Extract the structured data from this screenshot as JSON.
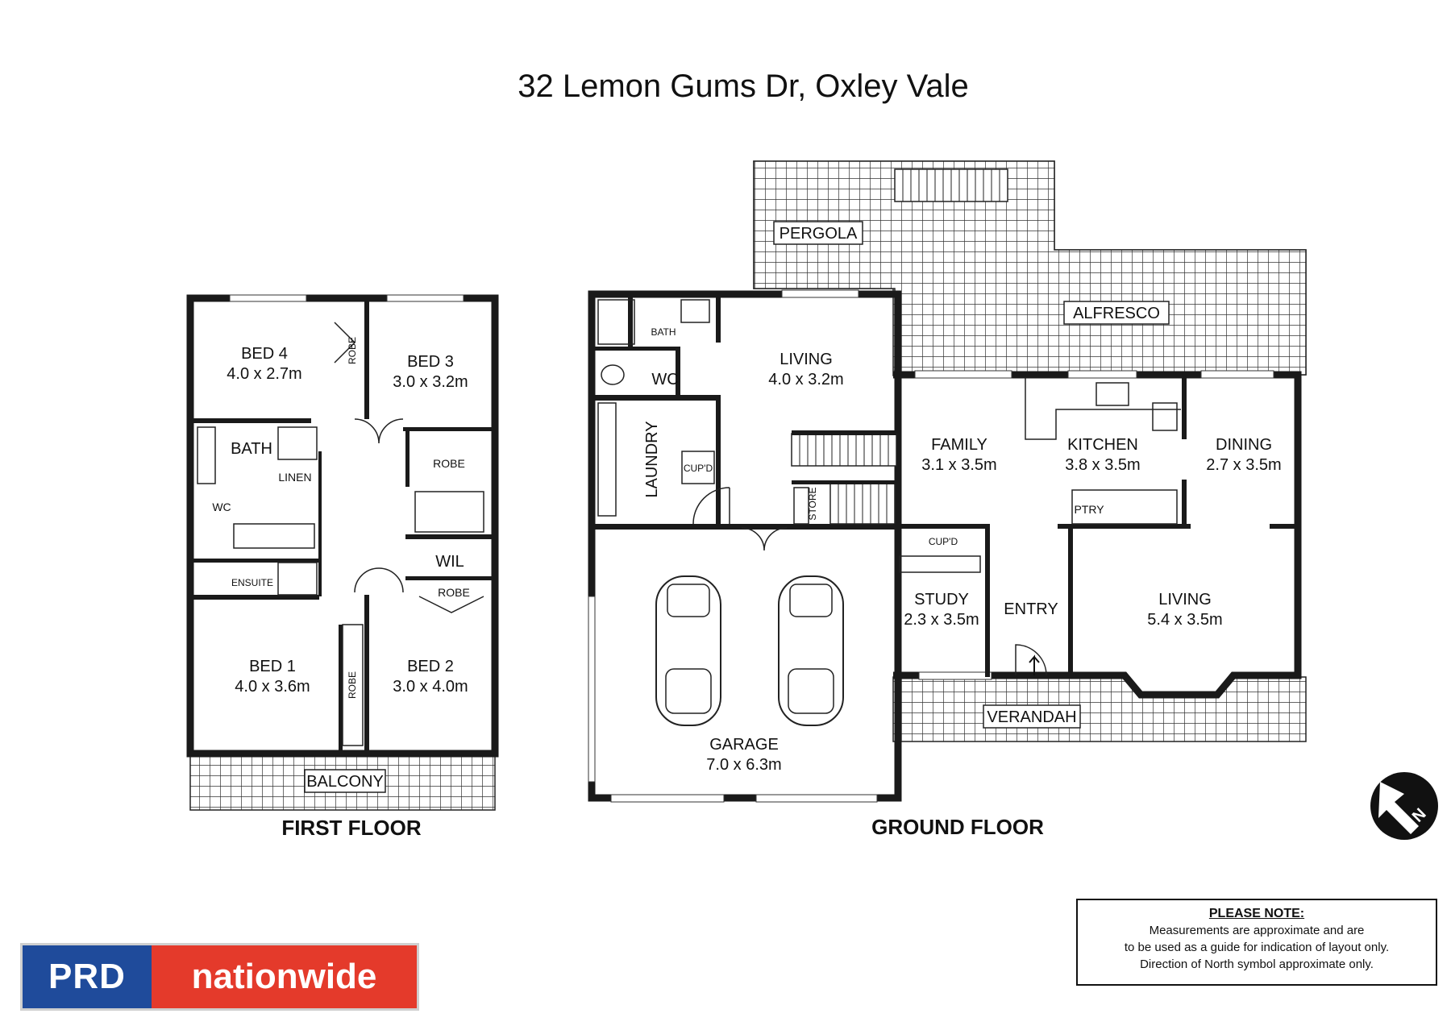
{
  "title": "32 Lemon Gums Dr, Oxley Vale",
  "floors": {
    "first": "FIRST FLOOR",
    "ground": "GROUND FLOOR"
  },
  "first_floor_rooms": {
    "bed4": {
      "name": "BED 4",
      "size": "4.0 x 2.7m"
    },
    "bed3": {
      "name": "BED 3",
      "size": "3.0 x 3.2m"
    },
    "bed1": {
      "name": "BED 1",
      "size": "4.0 x 3.6m"
    },
    "bed2": {
      "name": "BED 2",
      "size": "3.0 x 4.0m"
    },
    "bath": "BATH",
    "linen": "LINEN",
    "wc": "WC",
    "ensuite": "ENSUITE",
    "robe_a": "ROBE",
    "robe_b": "ROBE",
    "robe_c": "ROBE",
    "robe_d": "ROBE",
    "wil": "WIL",
    "balcony": "BALCONY"
  },
  "ground_floor_rooms": {
    "pergola": "PERGOLA",
    "alfresco": "ALFRESCO",
    "bath": "BATH",
    "wc": "WC",
    "living_top": {
      "name": "LIVING",
      "size": "4.0 x 3.2m"
    },
    "laundry": "LAUNDRY",
    "cupd_a": "CUP'D",
    "store": "STORE",
    "family": {
      "name": "FAMILY",
      "size": "3.1 x 3.5m"
    },
    "kitchen": {
      "name": "KITCHEN",
      "size": "3.8 x 3.5m"
    },
    "dining": {
      "name": "DINING",
      "size": "2.7 x 3.5m"
    },
    "ptry": "PTRY",
    "cupd_b": "CUP'D",
    "study": {
      "name": "STUDY",
      "size": "2.3 x 3.5m"
    },
    "entry": "ENTRY",
    "living_main": {
      "name": "LIVING",
      "size": "5.4 x 3.5m"
    },
    "garage": {
      "name": "GARAGE",
      "size": "7.0 x 6.3m"
    },
    "verandah": "VERANDAH"
  },
  "compass": "N",
  "note": {
    "heading": "PLEASE NOTE:",
    "line1": "Measurements are approximate and are",
    "line2": "to be used as a guide for indication of layout only.",
    "line3": "Direction of North symbol approximate only."
  },
  "logo": {
    "part1": "PRD",
    "part2": "nationwide",
    "color1": "#1f4b9b",
    "color2": "#e43a2b"
  }
}
